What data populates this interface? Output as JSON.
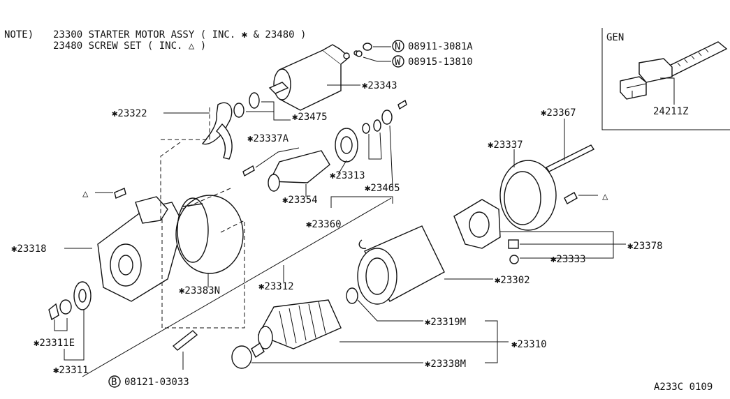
{
  "note": {
    "prefix": "NOTE)",
    "line1": "23300  STARTER MOTOR ASSY ( INC. ✱ & 23480 )",
    "line2": "23480  SCREW SET ( INC. △ )"
  },
  "inset": {
    "title": "GEN",
    "part": "24211Z"
  },
  "callouts": {
    "c23343": "✱23343",
    "c23322": "✱23322",
    "c23475": "✱23475",
    "c23337A": "✱23337A",
    "c23313": "✱23313",
    "c23465": "✱23465",
    "c23354": "✱23354",
    "c23360": "✱23360",
    "c23367": "✱23367",
    "c23337": "✱23337",
    "c23378": "✱23378",
    "c23333": "✱23333",
    "c23318": "✱23318",
    "c23383N": "✱23383N",
    "c23312": "✱23312",
    "c23302": "✱23302",
    "c23319M": "✱23319M",
    "c23310": "✱23310",
    "c23338M": "✱23338M",
    "c23311E": "✱23311E",
    "c23311": "✱23311",
    "tri_left": "△",
    "tri_right": "△"
  },
  "fasteners": {
    "n_code": "N",
    "n_part": "08911-3081A",
    "w_code": "W",
    "w_part": "08915-13810",
    "b_code": "B",
    "b_part": "08121-03033"
  },
  "diagram_id": "A233C 0109"
}
